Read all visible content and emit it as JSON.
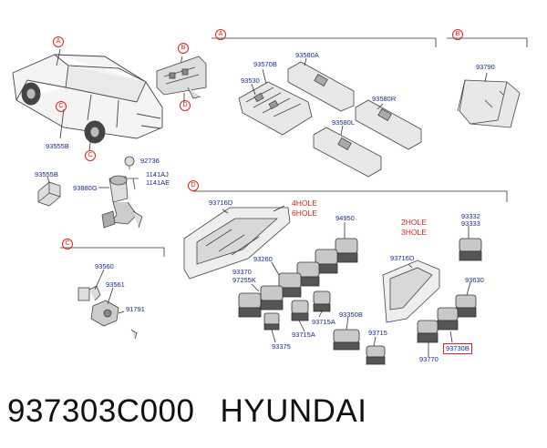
{
  "sections": {
    "A": "A",
    "B": "B",
    "C": "C",
    "D": "D"
  },
  "labels": {
    "p93555B_car": "93555B",
    "p93555B": "93555B",
    "p92736": "92736",
    "p1141AJ": "1141AJ",
    "p1141AE": "1141AE",
    "p93880G": "93880G",
    "p93570B": "93570B",
    "p93530": "93530",
    "p93580A": "93580A",
    "p93580R": "93580R",
    "p93580L": "93580L",
    "p93790": "93790",
    "p93560": "93560",
    "p93561": "93561",
    "p91791": "91791",
    "p93716D_1": "93716D",
    "p93716D_2": "93716D",
    "p94950": "94950",
    "p93260": "93260",
    "p93370": "93370",
    "p97255K": "97255K",
    "p93375": "93375",
    "p93715A_1": "93715A",
    "p93715A_2": "93715A",
    "p93350B": "93350B",
    "p93715": "93715",
    "p93332": "93332",
    "p93333": "93333",
    "p93630": "93630",
    "p93770": "93770",
    "p93730B": "93730B"
  },
  "notes": {
    "hole4": "4HOLE",
    "hole6": "6HOLE",
    "hole2": "2HOLE",
    "hole3": "3HOLE"
  },
  "footer": {
    "part_number": "937303C000",
    "brand": "HYUNDAI"
  },
  "colors": {
    "label": "#1a2a8c",
    "callout": "#e0201e",
    "line": "#333333"
  }
}
